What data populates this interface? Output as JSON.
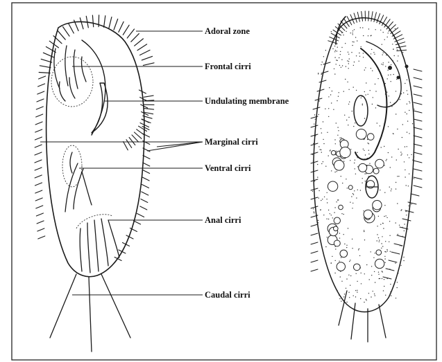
{
  "figure": {
    "labels": [
      {
        "id": "adoral-zone",
        "text": "Adoral zone"
      },
      {
        "id": "frontal-cirri",
        "text": "Frontal cirri"
      },
      {
        "id": "undulating-membrane",
        "text": "Undulating membrane"
      },
      {
        "id": "marginal-cirri",
        "text": "Marginal cirri"
      },
      {
        "id": "ventral-cirri",
        "text": "Ventral cirri"
      },
      {
        "id": "anal-cirri",
        "text": "Anal cirri"
      },
      {
        "id": "caudal-cirri",
        "text": "Caudal cirri"
      }
    ]
  }
}
